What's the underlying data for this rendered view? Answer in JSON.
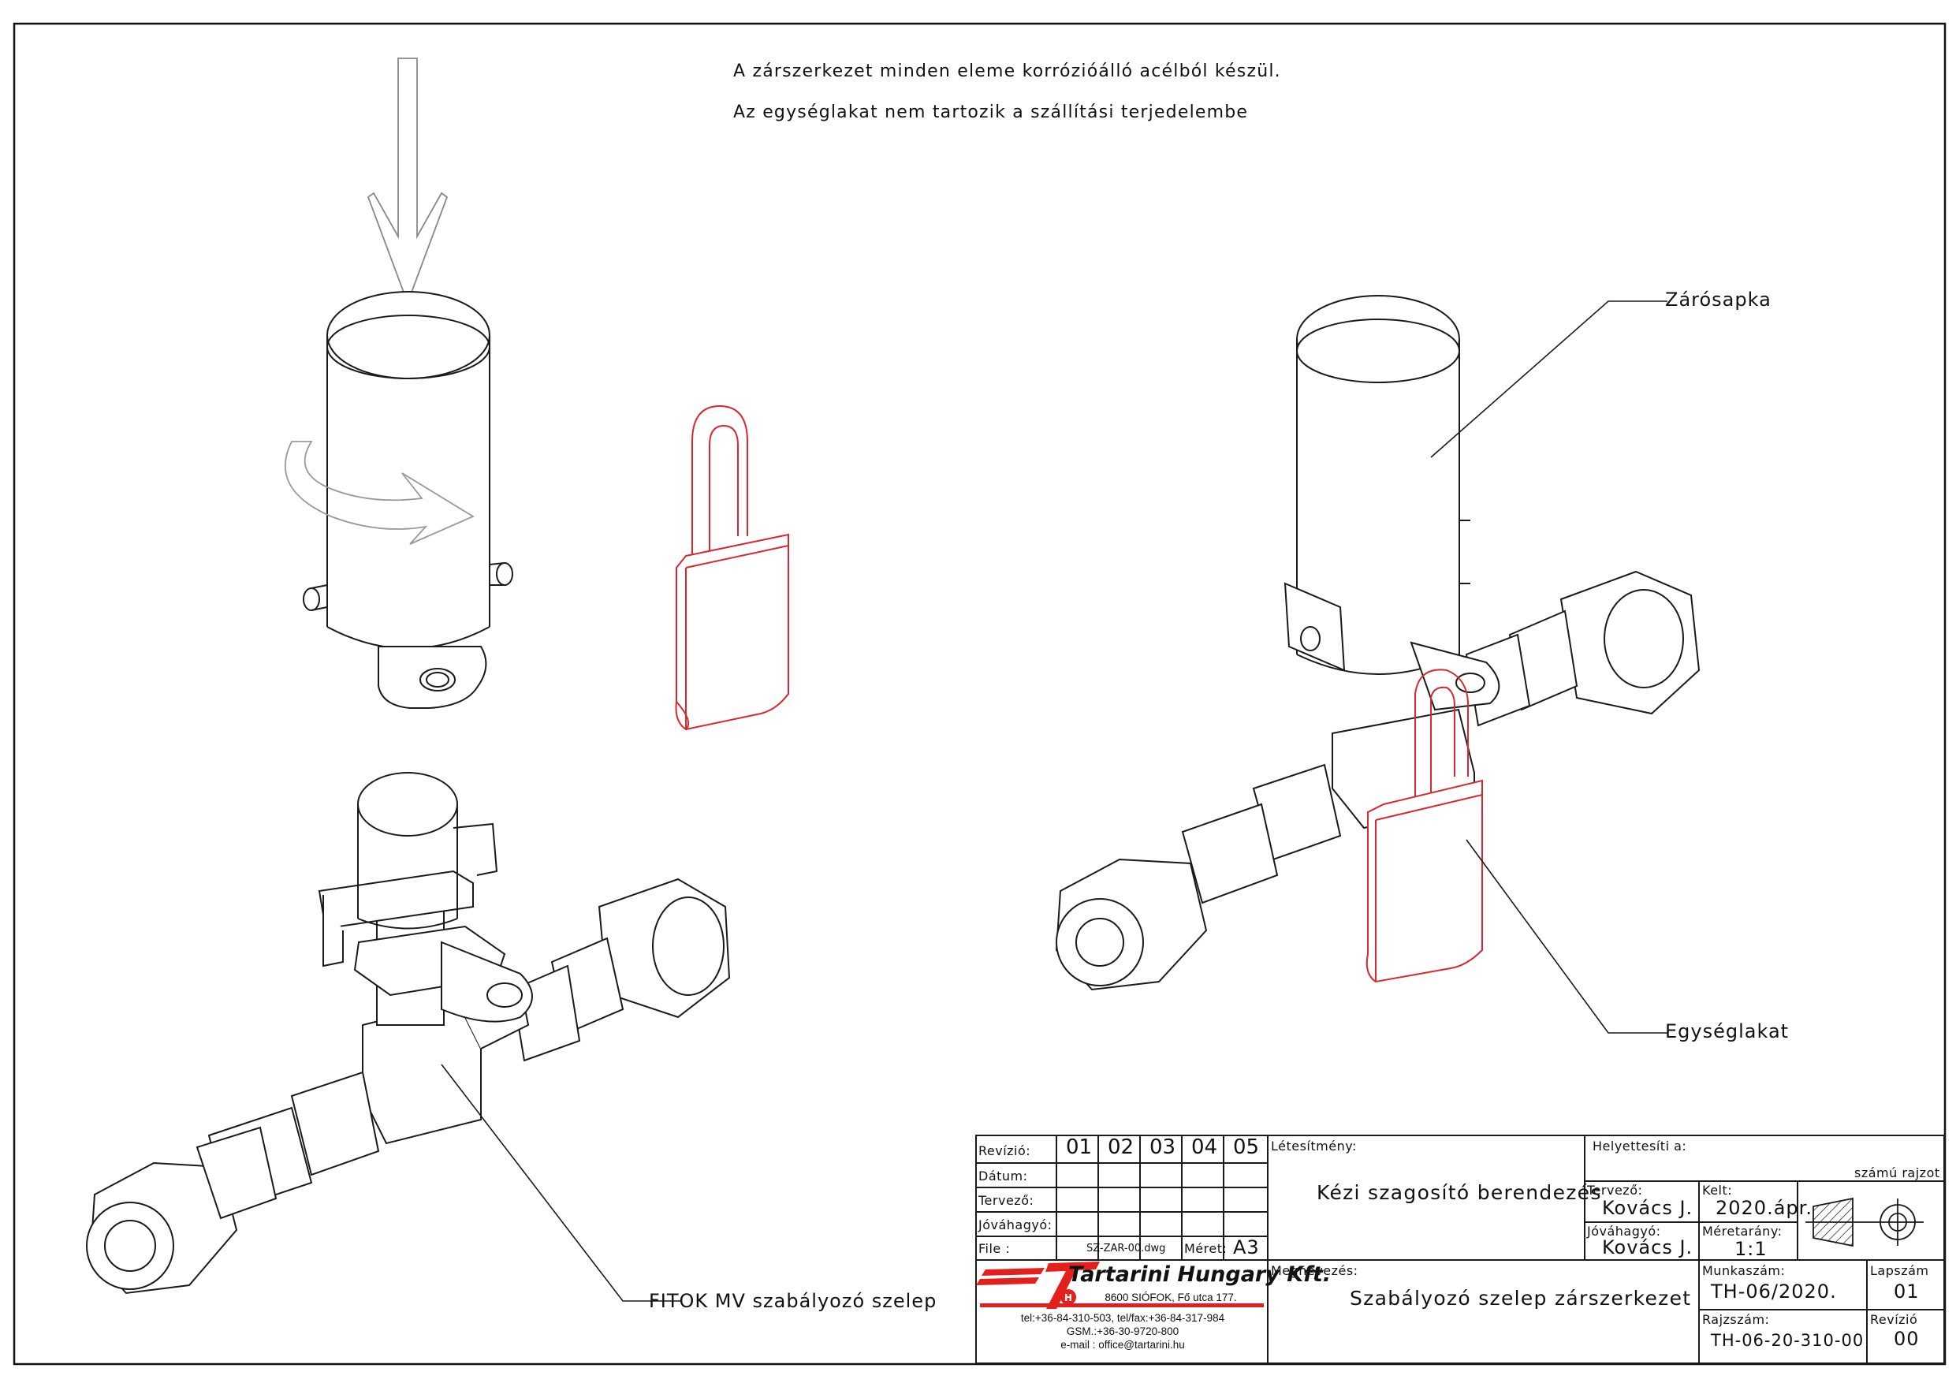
{
  "notes": {
    "line1": "A zárszerkezet minden eleme korrózióálló acélból készül.",
    "line2": "Az egységlakat nem tartozik a szállítási terjedelembe"
  },
  "callouts": {
    "cap": "Zárósapka",
    "padlock": "Egységlakat",
    "valve": "FITOK MV szabályozó szelep"
  },
  "colors": {
    "line": "#1a1a1a",
    "padlock": "#d9282f",
    "arrow": "#888888",
    "logo_red": "#e3201b"
  },
  "title_block": {
    "revision_row": {
      "label": "Revízió:",
      "cols": [
        "01",
        "02",
        "03",
        "04",
        "05"
      ]
    },
    "row_labels": {
      "date": "Dátum:",
      "designer": "Tervező:",
      "approver": "Jóváhagyó:",
      "file": "File :"
    },
    "file_name": "SZ-ZAR-00.dwg",
    "size_label": "Méret:",
    "size_value": "A3",
    "facility_label": "Létesítmény:",
    "facility_value": "Kézi szagosító berendezés",
    "replaces_label": "Helyettesíti a:",
    "drawing_no_suffix": "számú rajzot",
    "designer_label": "Tervező:",
    "designer_value": "Kovács J.",
    "date_label": "Kelt:",
    "date_value": "2020.ápr.",
    "approver_label": "Jóváhagyó:",
    "approver_value": "Kovács J.",
    "scale_label": "Méretarány:",
    "scale_value": "1:1",
    "name_label": "Megnevezés:",
    "name_value": "Szabályozó szelep zárszerkezet",
    "job_label": "Munkaszám:",
    "job_value": "TH-06/2020.",
    "sheet_label": "Lapszám",
    "sheet_value": "01",
    "drawing_label": "Rajzszám:",
    "drawing_value": "TH-06-20-310-00",
    "rev_label": "Revízió",
    "rev_value": "00"
  },
  "company": {
    "name": "Tartarini Hungary Kft.",
    "address": "8600 SIÓFOK, Fő utca 177.",
    "phone": "tel:+36-84-310-503, tel/fax:+36-84-317-984",
    "gsm": "GSM.:+36-30-9720-800",
    "email": "e-mail : office@tartarini.hu"
  }
}
